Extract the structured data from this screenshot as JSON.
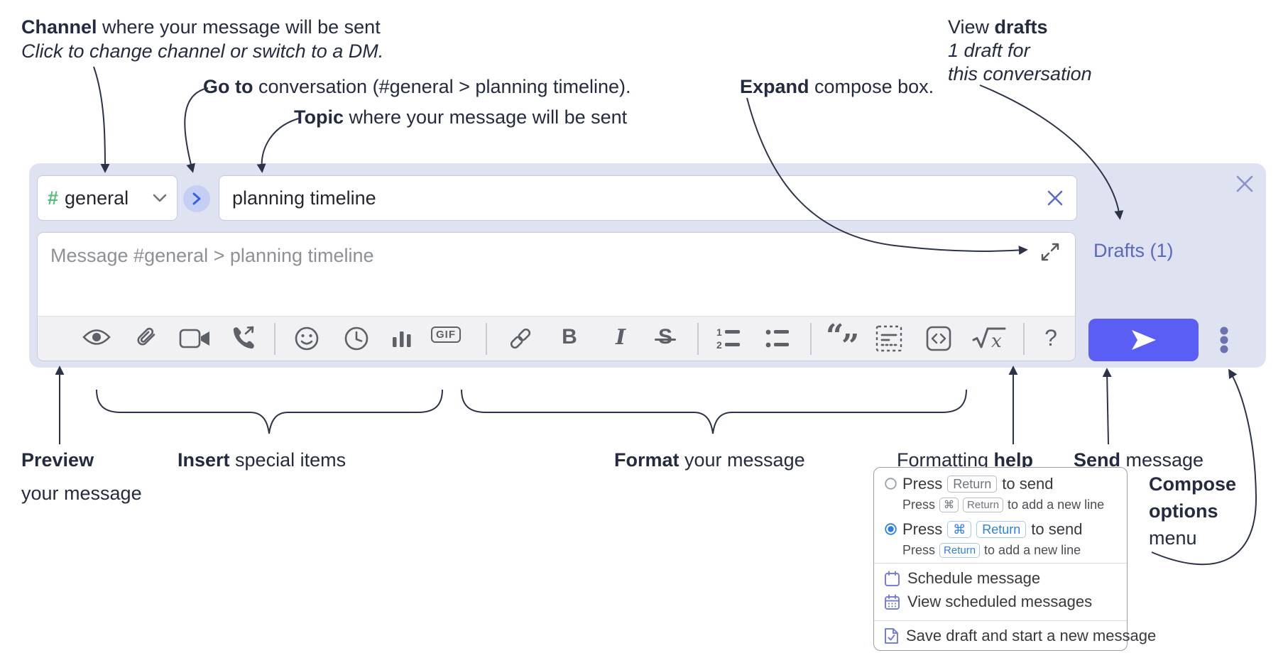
{
  "colors": {
    "ink": "#252b3f",
    "compose_bg": "#dfe2f1",
    "accent_indigo": "#5b5ef4",
    "drafts_link": "#5a68c0",
    "channel_green": "#54bd7e",
    "goto_blue": "#3c63d2",
    "popup_blue": "#2f7fd9",
    "popup_icon_periwinkle": "#7a7fd6",
    "toolbar_icon_gray": "#5d6067"
  },
  "annotations": {
    "channel": {
      "bold": "Channel",
      "rest": " where your message will be sent",
      "sub": "Click to change channel or switch to a DM."
    },
    "goto": {
      "bold": "Go to",
      "rest": " conversation (#general > planning timeline)."
    },
    "topic": {
      "bold": "Topic",
      "rest": " where your message will be sent"
    },
    "expand": {
      "bold": "Expand",
      "rest": " compose box."
    },
    "view_drafts": {
      "pre": "View ",
      "bold": "drafts",
      "line2": "1 draft for",
      "line3": "this conversation"
    },
    "preview": {
      "bold": "Preview",
      "line2": "your message"
    },
    "insert": {
      "bold": "Insert",
      "rest": " special items"
    },
    "format": {
      "bold": "Format",
      "rest": " your message"
    },
    "help": {
      "pre": "Formatting ",
      "bold": "help"
    },
    "send": {
      "bold": "Send",
      "rest": " message"
    },
    "compose_options": {
      "line1": "Compose",
      "line2": "options",
      "line3": "menu"
    }
  },
  "compose": {
    "channel_hash": "#",
    "channel_name": "general",
    "topic_value": "planning timeline",
    "message_placeholder": "Message #general > planning timeline",
    "drafts_label": "Drafts (1)",
    "toolbar": {
      "gif": "GIF",
      "bold": "B",
      "italic": "I",
      "strike": "S",
      "ol_1": "1",
      "ol_2": "2",
      "quote_open": "“",
      "quote_close": "”",
      "math_x": "x",
      "help": "?"
    }
  },
  "popup": {
    "option1": {
      "press": "Press",
      "key": "Return",
      "after": "to send",
      "sub": {
        "press": "Press",
        "key1": "⌘",
        "key2": "Return",
        "after": "to add a new line"
      }
    },
    "option2": {
      "press": "Press",
      "key1": "⌘",
      "key2": "Return",
      "after": "to send",
      "sub": {
        "press": "Press",
        "key": "Return",
        "after": "to add a new line"
      }
    },
    "items": [
      {
        "label": "Schedule message"
      },
      {
        "label": "View scheduled messages"
      },
      {
        "label": "Save draft and start a new message"
      }
    ]
  }
}
